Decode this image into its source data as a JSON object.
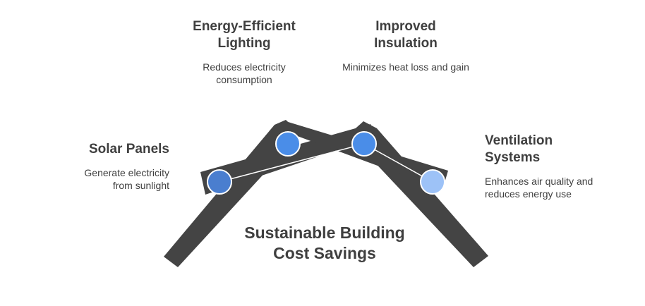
{
  "main_title": "Sustainable Building Cost Savings",
  "items": [
    {
      "title": "Energy-Efficient Lighting",
      "description": "Reduces electricity consumption",
      "color": "#4a8de8"
    },
    {
      "title": "Improved Insulation",
      "description": "Minimizes heat loss and gain",
      "color": "#4a8de8"
    },
    {
      "title": "Solar Panels",
      "description": "Generate electricity from sunlight",
      "color": "#4a7ecf"
    },
    {
      "title": "Ventilation Systems",
      "description": "Enhances air quality and reduces energy use",
      "color": "#9dc2f7"
    }
  ],
  "colors": {
    "beam": "#444444",
    "beam_line": "#ffffff",
    "text": "#3f3f3f"
  }
}
